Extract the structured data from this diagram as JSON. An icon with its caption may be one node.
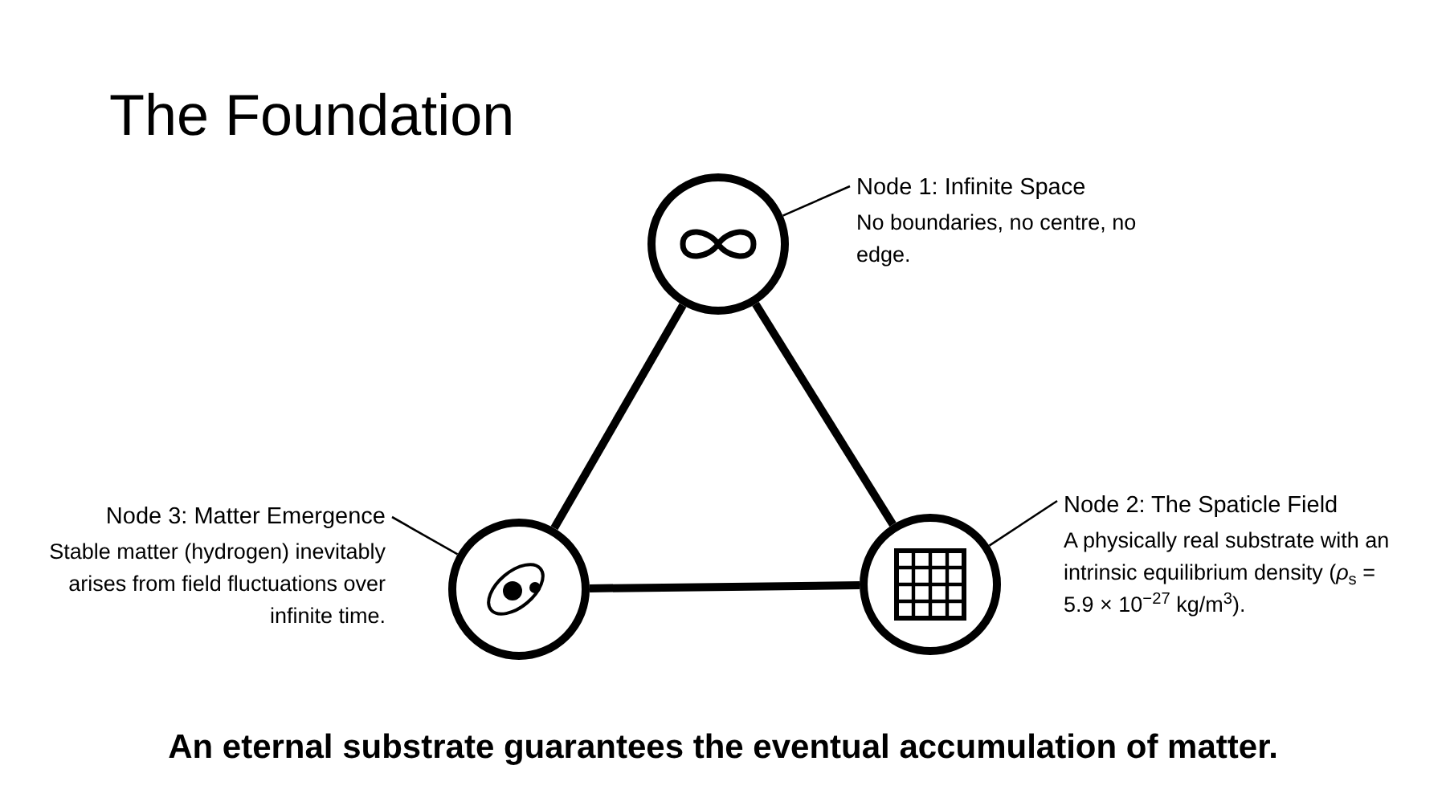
{
  "diagram": {
    "title": "The Foundation",
    "caption": "An eternal substrate guarantees the eventual accumulation of matter.",
    "nodes": [
      {
        "text": [],
        "shape": "circle"
      },
      {
        "text": [],
        "shape": "circle"
      },
      {
        "text": [],
        "shape": "circle"
      },
      {
        "text": [
          "Node 1: Infinite Space",
          "No boundaries, no centre, no edge."
        ]
      },
      {
        "text": [
          "Node 2: The Spaticle Field",
          "A physically real substrate with an intrinsic equilibrium density (*ρ*$_{s}$ = 5.9 × 10$^{−27}$ kg/m$^{3}$)."
        ]
      },
      {
        "text": [
          "Node 3: Matter Emergence",
          "Stable matter (hydrogen) inevitably arises from field fluctuations over infinite time."
        ]
      }
    ],
    "edges": [
      {
        "from": 0,
        "to": 1,
        "arrow": "none",
        "style": "thick"
      },
      {
        "from": 1,
        "to": 2,
        "arrow": "none",
        "style": "thick"
      },
      {
        "from": 2,
        "to": 0,
        "arrow": "none",
        "style": "thick"
      },
      {
        "from": 3,
        "to": 0,
        "arrow": "none"
      },
      {
        "from": 4,
        "to": 1,
        "arrow": "none"
      },
      {
        "from": 5,
        "to": 2,
        "arrow": "none"
      }
    ]
  }
}
